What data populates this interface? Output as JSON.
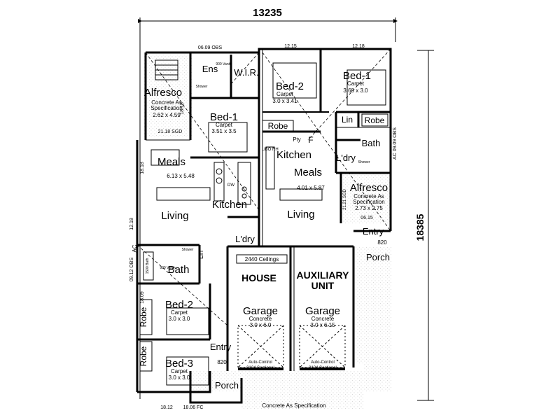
{
  "overall": {
    "width": "13235",
    "depth": "18385"
  },
  "house": {
    "alfresco": {
      "name": "Alfresco",
      "finish": "Concrete As",
      "finish2": "Specification",
      "size": "2.62 x 4.59"
    },
    "ensuite": "Ens",
    "wir": "W.I.R.",
    "vanity": "900 Vanity",
    "shower": "Shower",
    "bed1": {
      "name": "Bed-1",
      "finish": "Carpet",
      "size": "3.51 x 3.5"
    },
    "meals": {
      "name": "Meals",
      "size": "6.13 x 5.48"
    },
    "living": "Living",
    "kitchen": "Kitchen",
    "dw": "DW",
    "ldry": "L'dry",
    "lin": "Lin",
    "bath": {
      "name": "Bath",
      "vanity": "900 Vanity",
      "shower": "Shower",
      "bath": "1500 Bath"
    },
    "bed2": {
      "name": "Bed-2",
      "finish": "Carpet",
      "size": "3.0 x 3.0"
    },
    "bed3": {
      "name": "Bed-3",
      "finish": "Carpet",
      "size": "3.0 x 3.0"
    },
    "robe1": "Robe",
    "robe2": "Robe",
    "entry": "Entry",
    "porch": "Porch",
    "entry_door": "820",
    "garage": {
      "name": "Garage",
      "finish": "Concrete",
      "size": "3.0 x 6.0",
      "door1": "Auto-Control",
      "door2": "2124 Sectional"
    },
    "tag": "HOUSE",
    "ceilings": "2440 Ceilings",
    "ac": "AC",
    "dims": {
      "top": "06.09 OBS",
      "sgd": "21.18 SGD",
      "w1": "18.18",
      "w2": "18.18",
      "w3": "12.18",
      "w4": "09.12 OBS",
      "w5": "18.09",
      "w6": "18.12",
      "w7": "18.06 FC"
    }
  },
  "unit": {
    "bed2": {
      "name": "Bed-2",
      "finish": "Carpet",
      "size": "3.0 x 3.41"
    },
    "bed1": {
      "name": "Bed-1",
      "finish": "Carpet",
      "size": "3.68 x 3.0"
    },
    "robe_left": "Robe",
    "robe_right": "Robe",
    "lin": "Lin",
    "pty": "Pty",
    "fridge": "F",
    "kitchen": "Kitchen",
    "meals": {
      "name": "Meals",
      "size": "4.01 x 5.87"
    },
    "living": "Living",
    "bath": "Bath",
    "ldry": "L'dry",
    "shower": "Shower",
    "alfresco": {
      "name": "Alfresco",
      "finish": "Concrete As",
      "finish2": "Specification",
      "size": "2.73 x 2.75"
    },
    "entry": "Entry",
    "entry_door": "820",
    "porch": "Porch",
    "garage": {
      "name": "Garage",
      "finish": "Concrete",
      "size": "3.0 x 6.15",
      "door1": "Auto-Control",
      "door2": "2124 Sectional"
    },
    "tag1": "AUXILIARY",
    "tag2": "UNIT",
    "ubo_rh": "UBO RH",
    "dims": {
      "w1": "12.15",
      "w2": "12.18",
      "ac": "AC 09.09 OBS",
      "sgd": "21.21 SGD",
      "d1": "06.15"
    }
  },
  "site_note": "Concrete As Specification"
}
